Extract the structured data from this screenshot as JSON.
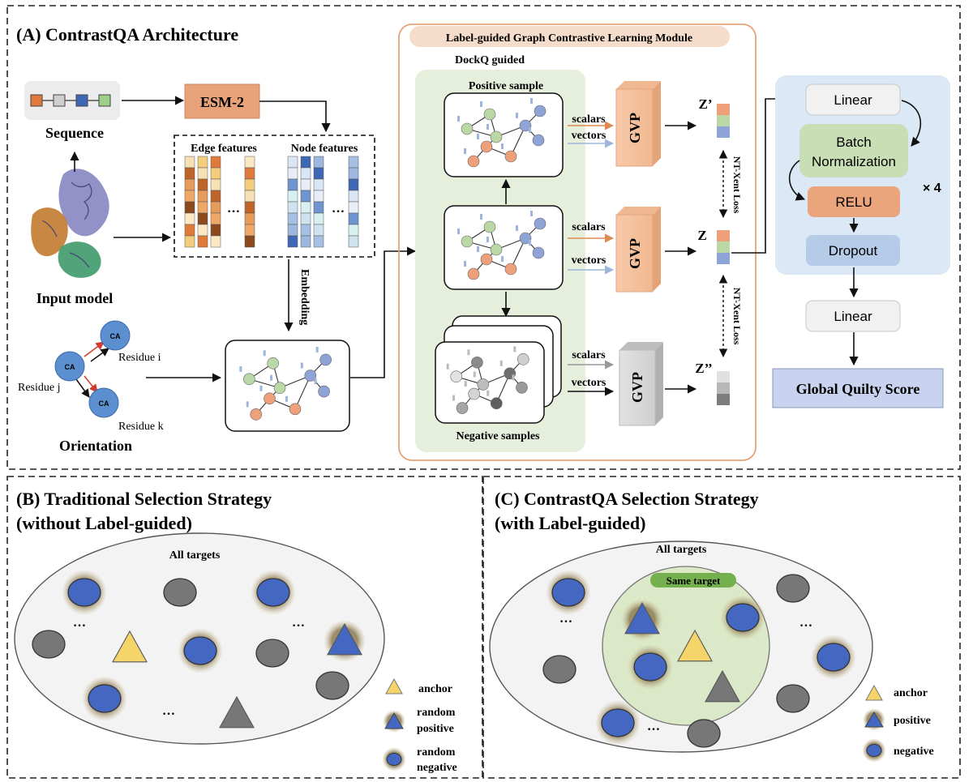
{
  "panel_a": {
    "title": "(A) ContrastQA Architecture",
    "module_title": "Label-guided Graph Contrastive Learning Module",
    "dockq": "DockQ guided",
    "esm": "ESM-2",
    "sequence": "Sequence",
    "input_model": "Input model",
    "edge_features": "Edge features",
    "node_features": "Node features",
    "ellipsis": "…",
    "embedding": "Embedding",
    "orientation": "Orientation",
    "ca": "CA",
    "residue_i": "Residue i",
    "residue_j": "Residue j",
    "residue_k": "Residue k",
    "positive_sample": "Positive sample",
    "negative_samples": "Negative samples",
    "scalars": "scalars",
    "vectors": "vectors",
    "gvp": "GVP",
    "z_prime": "Z’",
    "z": "Z",
    "z_double": "Z’’",
    "ntxent": "NT-Xent Loss",
    "linear": "Linear",
    "batch_norm_1": "Batch",
    "batch_norm_2": "Normalization",
    "relu": "RELU",
    "dropout": "Dropout",
    "times4": "× 4",
    "global_score": "Global Quilty Score"
  },
  "panel_b": {
    "title_1": "(B) Traditional Selection Strategy",
    "title_2": "(without Label-guided)",
    "all_targets": "All targets",
    "dots": "…",
    "legend_anchor": "anchor",
    "legend_pos_1": "random",
    "legend_pos_2": "positive",
    "legend_neg_1": "random",
    "legend_neg_2": "negative"
  },
  "panel_c": {
    "title_1": "(C) ContrastQA Selection Strategy",
    "title_2": "(with Label-guided)",
    "all_targets": "All targets",
    "same_target": "Same target",
    "dots": "…",
    "legend_anchor": "anchor",
    "legend_pos": "positive",
    "legend_neg": "negative"
  },
  "colors": {
    "orange": "#e8a27a",
    "green": "#b9d8a6",
    "blue": "#8fa4d6",
    "gray": "#8a8a8a",
    "module_bg": "#e6efdc",
    "mlp_bg": "#dbe8f6",
    "score_bg": "#c9d3ef",
    "shape_blue": "#4468c2",
    "shape_gray": "#777777",
    "shape_yellow": "#f5d56a"
  }
}
